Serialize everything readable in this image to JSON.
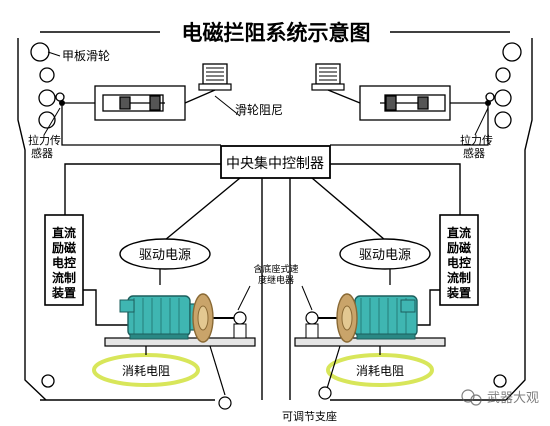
{
  "title": "电磁拦阻系统示意图",
  "labels": {
    "pulley_top": "甲板滑轮",
    "damper": "滑轮阻尼",
    "tension_sensor_line1": "拉力传",
    "tension_sensor_line2": "感器",
    "controller": "中央集中控制器",
    "dc_left": [
      "直流",
      "励磁",
      "电控",
      "流制",
      "装置"
    ],
    "dc_right": [
      "直流",
      "励磁",
      "电控",
      "流制",
      "装置"
    ],
    "drive_source": "驱动电源",
    "consume_resistor": "消耗电阻",
    "coupler_line1": "含底座式速",
    "coupler_line2": "度继电器",
    "bottom_partial": "可调节支座"
  },
  "watermark": "武器大观",
  "colors": {
    "line": "#000000",
    "motor": "#3fb6b2",
    "disc": "#c9a46a",
    "ellipse": "#d8e65a"
  }
}
